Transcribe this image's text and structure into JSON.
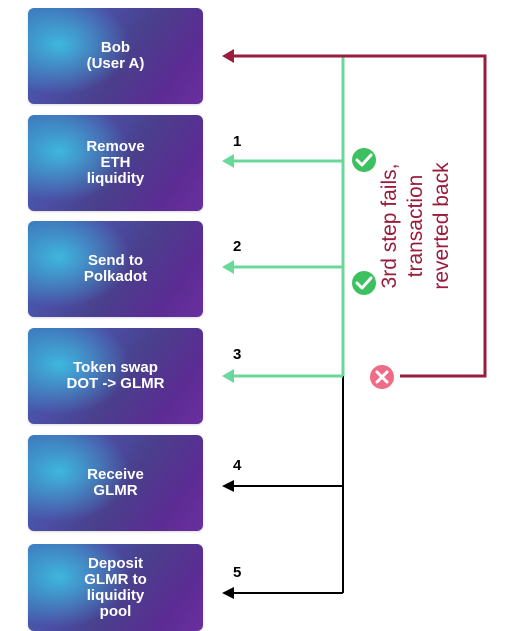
{
  "cards": [
    {
      "lines": [
        "Bob",
        "(User A)"
      ]
    },
    {
      "lines": [
        "Remove",
        "ETH",
        "liquidity"
      ]
    },
    {
      "lines": [
        "Send to",
        "Polkadot"
      ]
    },
    {
      "lines": [
        "Token swap",
        "DOT -> GLMR"
      ]
    },
    {
      "lines": [
        "Receive",
        "GLMR"
      ]
    },
    {
      "lines": [
        "Deposit",
        "GLMR to",
        "liquidity",
        "pool"
      ]
    }
  ],
  "steps": [
    {
      "number": "1",
      "status": "success"
    },
    {
      "number": "2",
      "status": "success"
    },
    {
      "number": "3",
      "status": "failed"
    },
    {
      "number": "4",
      "status": "pending"
    },
    {
      "number": "5",
      "status": "pending"
    }
  ],
  "note": {
    "line1": "3rd step fails, transaction",
    "line2": "reverted back"
  },
  "colors": {
    "success": "#6ad89a",
    "success_icon": "#3cc060",
    "revert": "#9a1c3c",
    "failed_icon": "#ef6b86",
    "pending": "#000000"
  }
}
